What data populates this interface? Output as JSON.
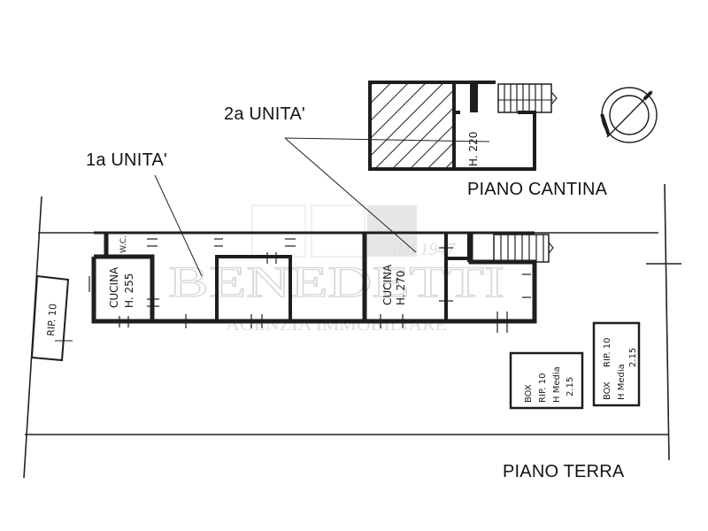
{
  "labels": {
    "unit_1": "1a UNITA'",
    "unit_2": "2a UNITA'",
    "floor_basement": "PIANO CANTINA",
    "floor_ground": "PIANO TERRA"
  },
  "rooms": {
    "cantina_height": "H. 220",
    "wc": "W.C.",
    "kitchen_1": "CUCINA",
    "kitchen_1_height": "H. 255",
    "kitchen_2": "CUCINA",
    "kitchen_2_height": "H. 270",
    "storage_left": "RIP. 10",
    "box_1": {
      "line1": "BOX",
      "line2": "RIP. 10",
      "line3": "H Media",
      "line4": "2.15"
    },
    "box_2": {
      "line1": "BOX",
      "line2": "RIP. 10",
      "line3": "H Media",
      "line4": "2.15"
    }
  },
  "watermark": {
    "brand": "BENEDETTI",
    "subtitle": "AGENZIA IMMOBILIARE",
    "since": "dal 1947"
  },
  "colors": {
    "wall": "#1e1e1e",
    "line": "#222222",
    "watermark": "#d6d6d6",
    "watermark_block": "#e4e4e4"
  }
}
